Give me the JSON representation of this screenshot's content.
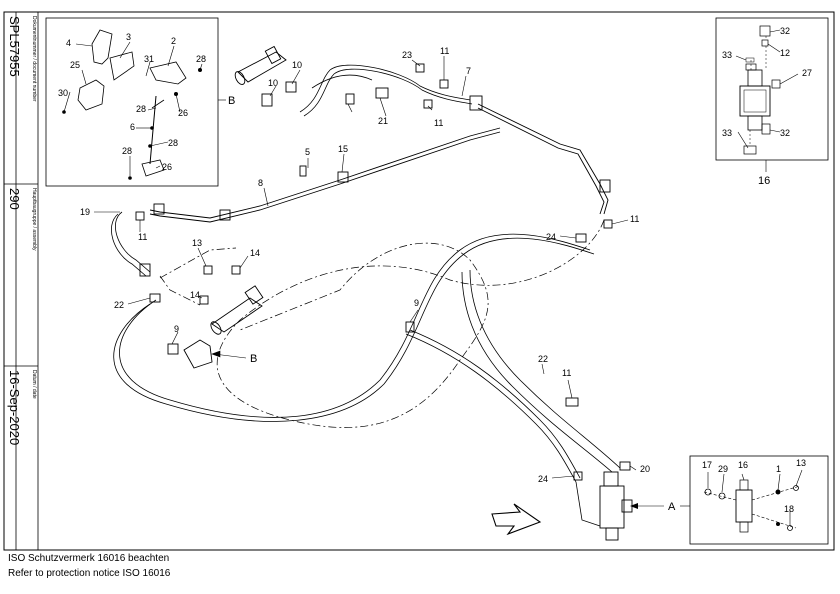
{
  "title_block": {
    "document_number_caption": "Dokumentnummer / document number",
    "document_number": "SPL57955",
    "assembly_caption": "Hauptbaugruppe / assembly",
    "assembly": "290",
    "date_caption": "Datum / date",
    "date": "16-Sep-2020"
  },
  "notice": {
    "de": "ISO Schutzvermerk 16016 beachten",
    "en": "Refer to protection notice ISO 16016"
  },
  "detail_labels": {
    "b": "B",
    "a": "A",
    "sixteen": "16"
  },
  "callouts": {
    "c1": "1",
    "c2": "2",
    "c3": "3",
    "c4": "4",
    "c5": "5",
    "c6": "6",
    "c7": "7",
    "c8": "8",
    "c9": "9",
    "c10": "10",
    "c11": "11",
    "c12": "12",
    "c13": "13",
    "c14": "14",
    "c15": "15",
    "c16": "16",
    "c17": "17",
    "c18": "18",
    "c19": "19",
    "c20": "20",
    "c21": "21",
    "c22": "22",
    "c23": "23",
    "c24": "24",
    "c25": "25",
    "c26": "26",
    "c27": "27",
    "c28": "28",
    "c29": "29",
    "c30": "30",
    "c31": "31",
    "c32": "32",
    "c33": "33"
  }
}
